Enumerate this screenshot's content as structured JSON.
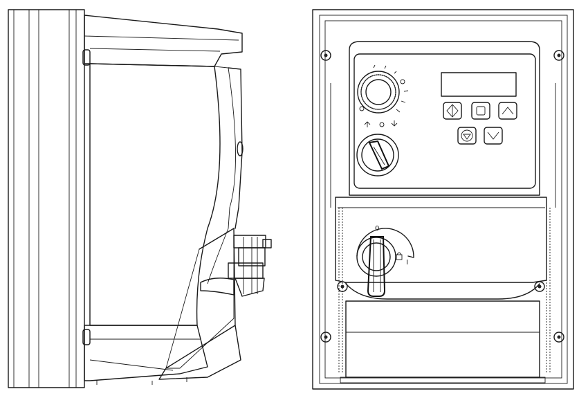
{
  "drawing": {
    "views": [
      "side-view",
      "front-view"
    ],
    "switch_labels": {
      "off": "0",
      "on": "I"
    },
    "line_color": "#1a1a1a",
    "background": "#ffffff"
  }
}
